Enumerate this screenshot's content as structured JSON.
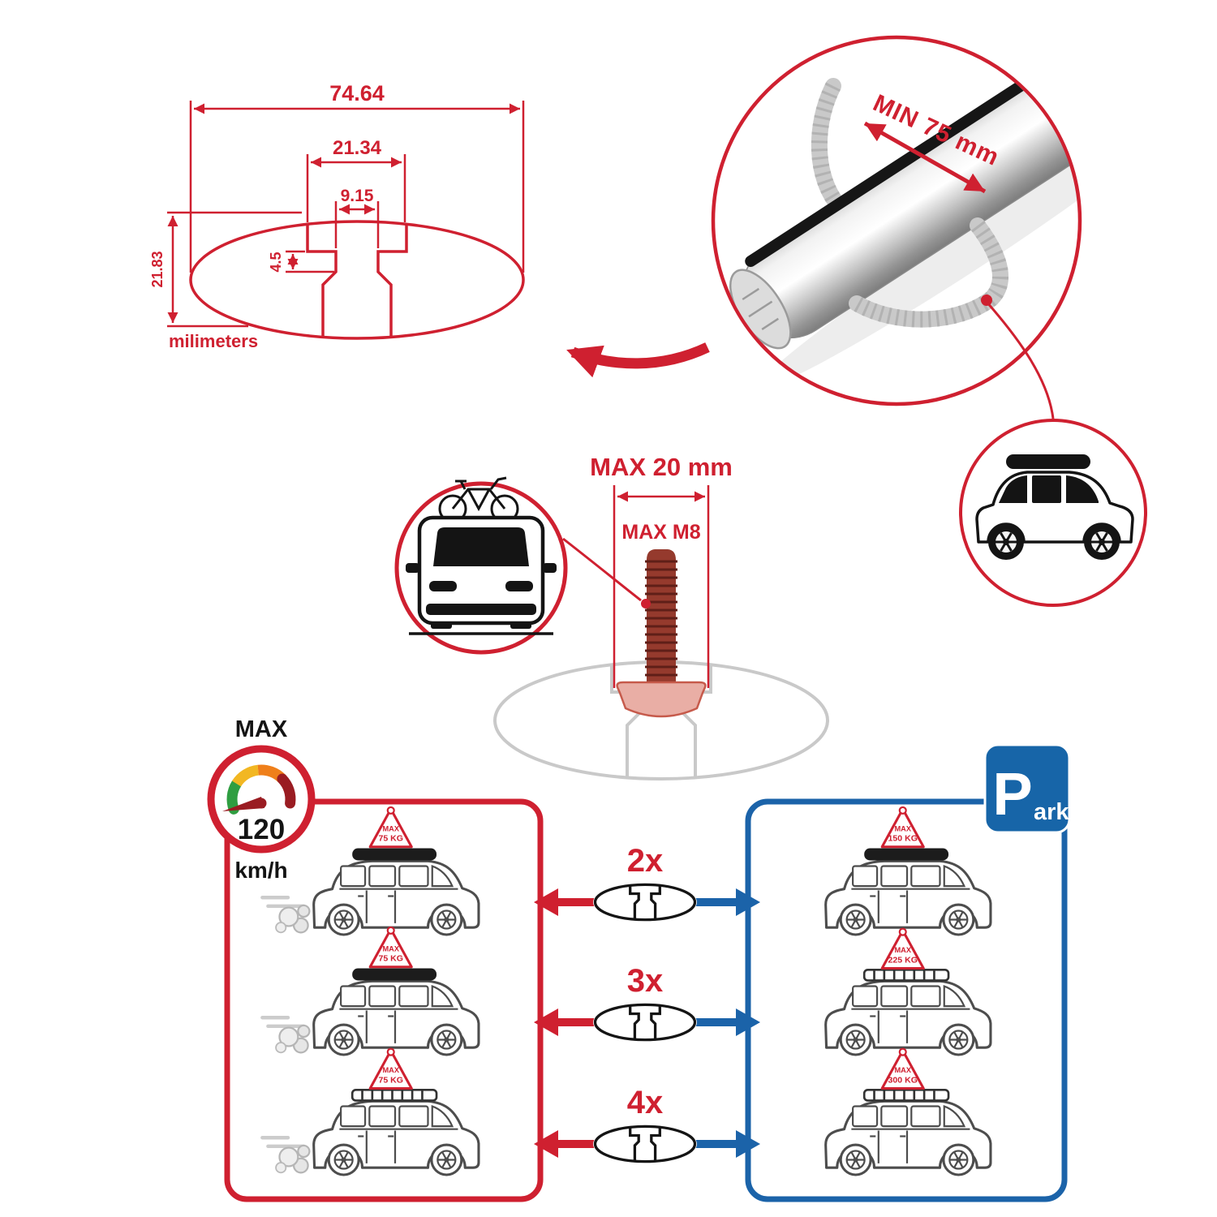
{
  "tech": {
    "total_width": "74.64",
    "channel_width": "21.34",
    "slot_width": "9.15",
    "slot_depth": "4.5",
    "height": "21.83",
    "unit": "milimeters"
  },
  "bar": {
    "min_clearance": "MIN 75 mm"
  },
  "bolt": {
    "max_width": "MAX 20 mm",
    "max_thread": "MAX M8"
  },
  "gauge": {
    "label": "MAX",
    "value": "120",
    "unit": "km/h"
  },
  "parking": {
    "letter": "P",
    "suffix": "ark"
  },
  "driving_cars": [
    {
      "max": "MAX",
      "load": "75 KG"
    },
    {
      "max": "MAX",
      "load": "75 KG"
    },
    {
      "max": "MAX",
      "load": "75 KG"
    }
  ],
  "parked_cars": [
    {
      "max": "MAX",
      "load": "150 KG"
    },
    {
      "max": "MAX",
      "load": "225 KG"
    },
    {
      "max": "MAX",
      "load": "300 KG"
    }
  ],
  "multipliers": [
    {
      "label": "2x"
    },
    {
      "label": "3x"
    },
    {
      "label": "4x"
    }
  ],
  "colors": {
    "red": "#cf2030",
    "blue": "#1b63a9",
    "sign_blue": "#1765a8",
    "gray_profile": "#c9c9c9",
    "dark": "#141414",
    "gauge_green": "#2f9e41",
    "gauge_yellow": "#f2b722",
    "gauge_orange": "#ef7f1a",
    "gauge_dark_red": "#9a1c22"
  }
}
